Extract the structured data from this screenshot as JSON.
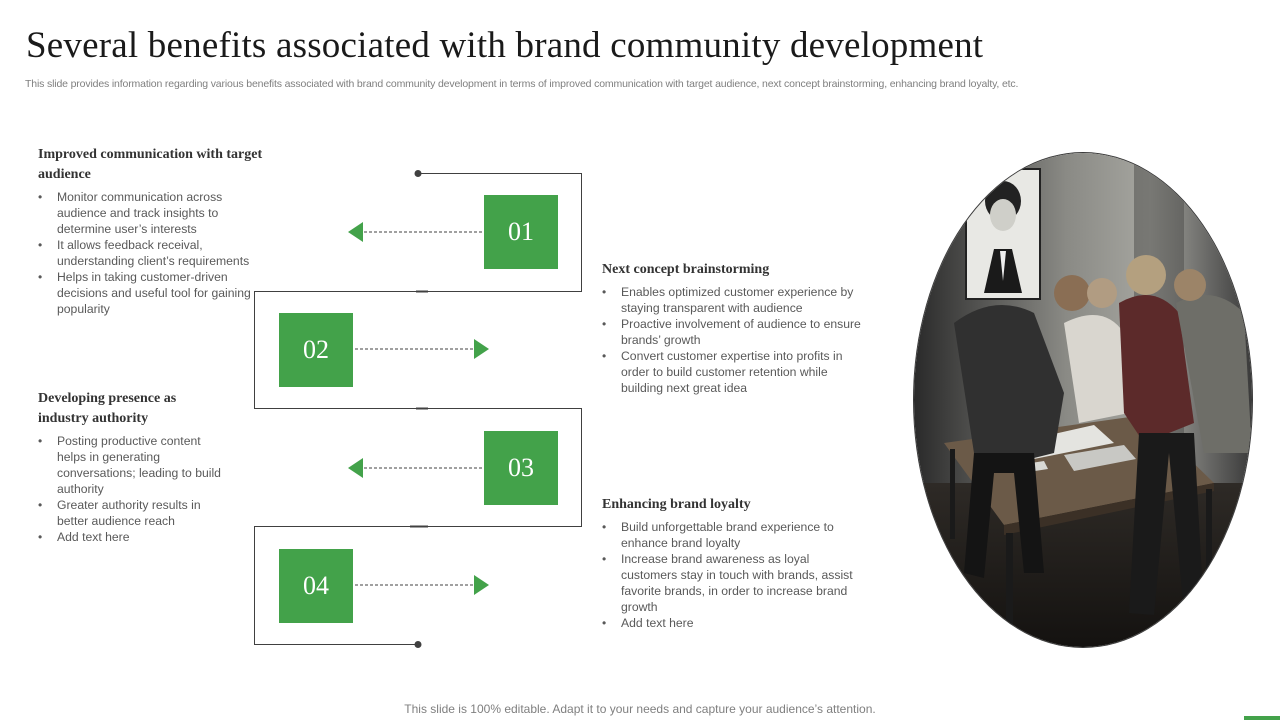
{
  "slide": {
    "title": "Several benefits associated with brand community development",
    "subtitle": "This slide provides information regarding various benefits associated with brand community development in terms of improved communication with target audience, next concept brainstorming, enhancing brand loyalty, etc.",
    "footer": "This slide is 100% editable. Adapt it to your needs and capture your audience’s attention."
  },
  "colors": {
    "accent": "#43a24a",
    "connector": "#404040",
    "title": "#1a1a1a",
    "body_text": "#595959"
  },
  "steps": [
    {
      "number": "01",
      "arrow_direction": "left"
    },
    {
      "number": "02",
      "arrow_direction": "right"
    },
    {
      "number": "03",
      "arrow_direction": "left"
    },
    {
      "number": "04",
      "arrow_direction": "right"
    }
  ],
  "benefits": [
    {
      "heading": "Improved communication with target audience",
      "bullets": [
        "Monitor communication across audience and track insights to determine user’s interests",
        "It allows feedback receival, understanding client’s requirements",
        "Helps in taking customer-driven decisions and useful tool for gaining popularity"
      ]
    },
    {
      "heading": "Next concept brainstorming",
      "bullets": [
        "Enables optimized customer experience by staying transparent with audience",
        "Proactive involvement of audience to ensure brands’ growth",
        "Convert customer expertise into profits in order to build customer retention while building next great idea"
      ]
    },
    {
      "heading": "Developing presence as industry authority",
      "bullets": [
        "Posting productive content helps in generating conversations; leading to build authority",
        "Greater authority results in better audience reach",
        "Add text here"
      ]
    },
    {
      "heading": "Enhancing brand loyalty",
      "bullets": [
        "Build unforgettable brand experience to enhance brand loyalty",
        "Increase brand awareness as loyal customers stay in touch with brands, assist favorite brands, in order to increase brand growth",
        "Add text here"
      ]
    }
  ]
}
